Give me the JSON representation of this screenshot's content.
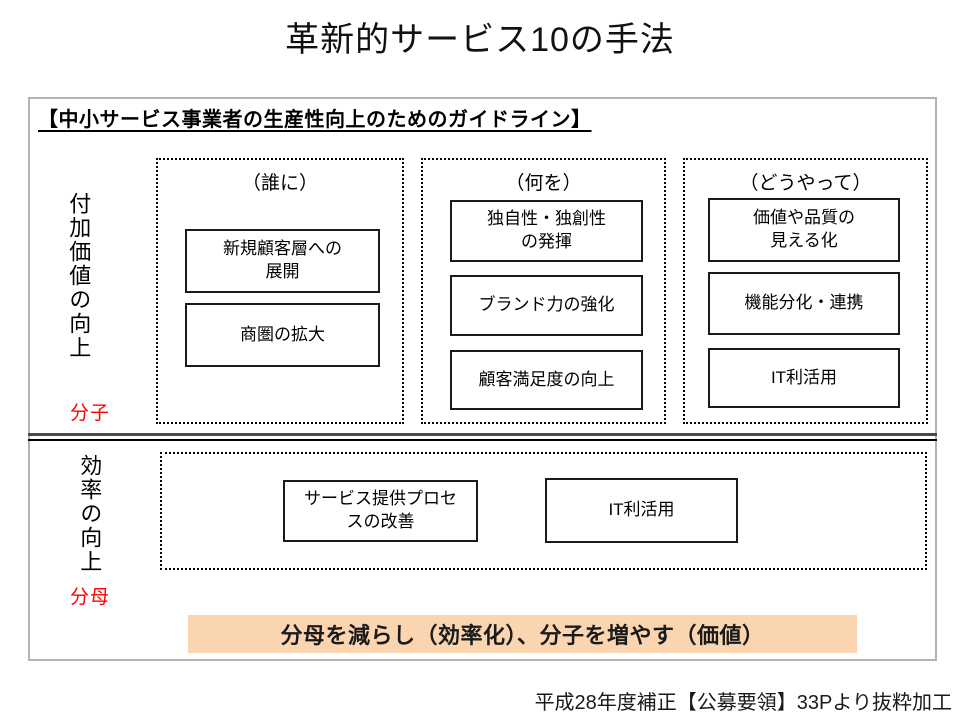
{
  "page": {
    "title": "革新的サービス10の手法",
    "source_note": "平成28年度補正【公募要領】33Pより抜粋加工"
  },
  "guideline": {
    "header": "【中小サービス事業者の生産性向上のためのガイドライン】",
    "upper": {
      "axis_label": "付加価値の向上",
      "fraction_label": "分子",
      "columns": [
        {
          "header": "（誰に）",
          "items": [
            "新規顧客層への\n展開",
            "商圏の拡大"
          ]
        },
        {
          "header": "（何を）",
          "items": [
            "独自性・独創性\nの発揮",
            "ブランド力の強化",
            "顧客満足度の向上"
          ]
        },
        {
          "header": "（どうやって）",
          "items": [
            "価値や品質の\n見える化",
            "機能分化・連携",
            "IT利活用"
          ]
        }
      ]
    },
    "lower": {
      "axis_label": "効率の向上",
      "fraction_label": "分母",
      "items": [
        "サービス提供プロセ\nスの改善",
        "IT利活用"
      ],
      "banner": "分母を減らし（効率化）、分子を増やす（価値）"
    }
  },
  "colors": {
    "banner_bg": "#FBD5B0",
    "fraction_red": "#FF0000",
    "outer_border": "#B3B3B3",
    "box_border": "#1A1A1A"
  }
}
